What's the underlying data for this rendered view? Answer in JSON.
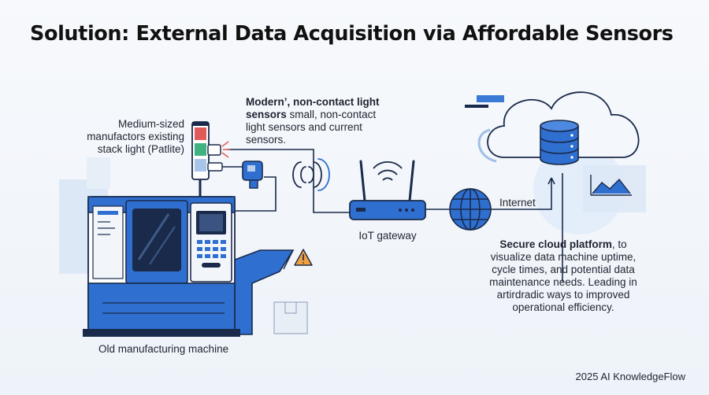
{
  "title": "Solution: External Data Acquisition via Affordable Sensors",
  "labels": {
    "stack_light": "Medium-sized manufactors existing stack light (Patlite)",
    "sensors_bold": "Modern’, non-contact light sensors",
    "sensors_rest": " small, non-contact light sensors and current sensors.",
    "gateway": "IoT gateway",
    "internet": "Internet",
    "cloud_bold": "Secure cloud platform",
    "cloud_rest": ", to visualize data machine uptime, cycle times, and potential data maintenance needs. Leading in artirdradic ways to improved operational efficiency.",
    "machine": "Old manufacturing machine"
  },
  "footer": "2025 AI KnowledgeFlow",
  "colors": {
    "primary": "#2f6fd0",
    "dark": "#1a2a4a",
    "light": "#b8d0ee",
    "stack_red": "#e05a5a",
    "stack_green": "#3fb37f",
    "warning": "#f0a040"
  }
}
